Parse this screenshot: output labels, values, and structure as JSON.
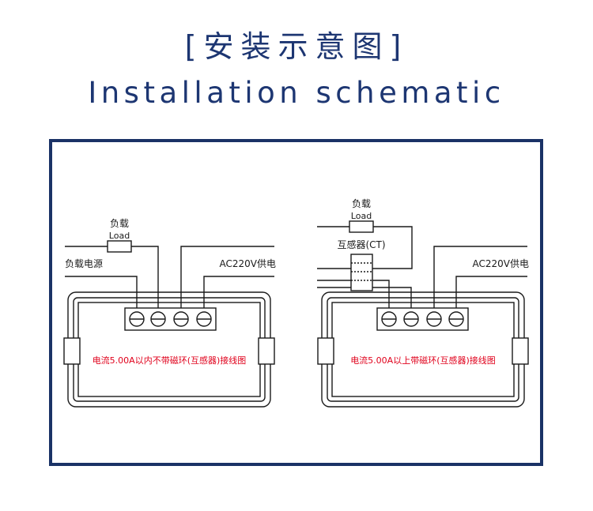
{
  "header": {
    "title_cn": "[安装示意图]",
    "title_en": "Installation schematic"
  },
  "diagrams": [
    {
      "load_cn": "负载",
      "load_en": "Load",
      "power_label": "负载电源",
      "ac_label": "AC220V供电",
      "caption": "电流5.00A以内不带磁环(互感器)接线图"
    },
    {
      "load_cn": "负载",
      "load_en": "Load",
      "ct_label": "互感器(CT)",
      "ac_label": "AC220V供电",
      "caption": "电流5.00A以上带磁环(互感器)接线图"
    }
  ],
  "colors": {
    "title": "#1d3672",
    "frame": "#1a3266",
    "caption": "#e0001b",
    "line": "#1a1a1a"
  }
}
